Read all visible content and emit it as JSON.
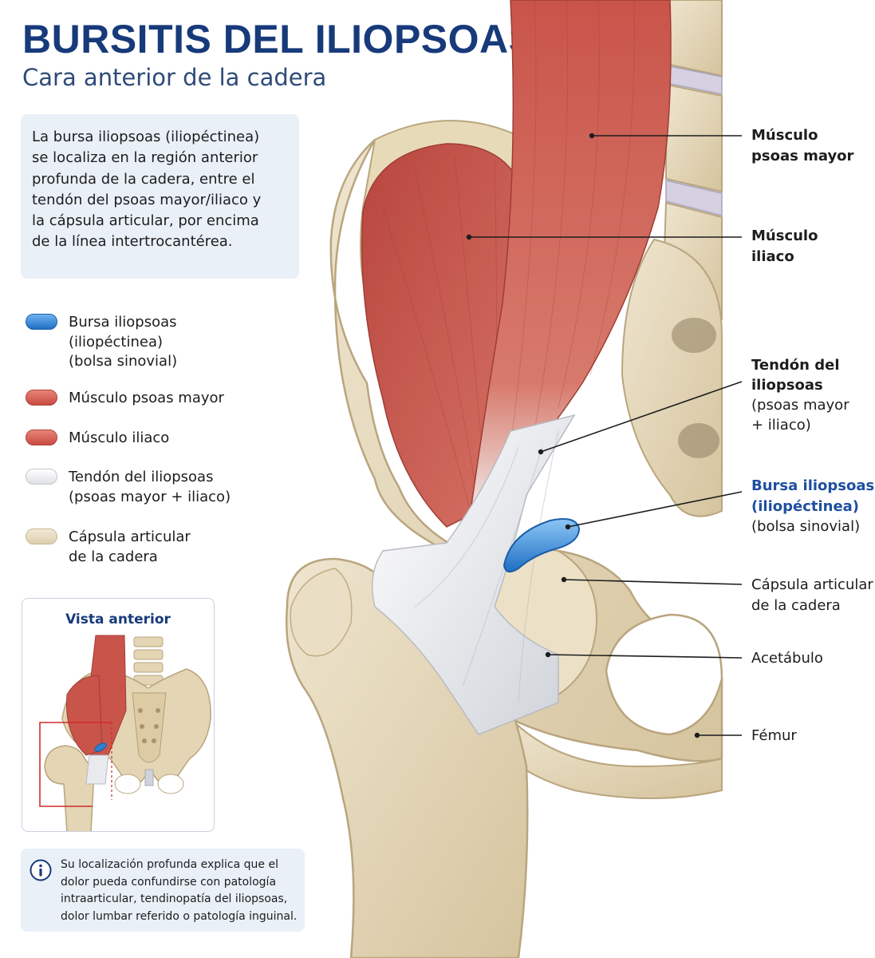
{
  "title": "BURSITIS DEL ILIOPSOAS",
  "subtitle": "Cara anterior de la cadera",
  "description": [
    "La bursa iliopsoas (iliopéctinea)",
    "se localiza en la región anterior",
    "profunda de la cadera, entre el",
    "tendón del psoas mayor/iliaco y",
    "la cápsula articular, por encima",
    "de la línea intertrocantérea."
  ],
  "legend": [
    {
      "lines": [
        "Bursa iliopsoas",
        "(iliopéctinea)",
        "(bolsa sinovial)"
      ],
      "color": "#2f7fd0"
    },
    {
      "lines": [
        "Músculo psoas mayor"
      ],
      "color": "#d9584f"
    },
    {
      "lines": [
        "Músculo iliaco"
      ],
      "color": "#d9584f"
    },
    {
      "lines": [
        "Tendón del iliopsoas",
        "(psoas mayor + iliaco)"
      ],
      "color": "#f1f2f4"
    },
    {
      "lines": [
        "Cápsula articular",
        "de la cadera"
      ],
      "color": "#ece0c6"
    }
  ],
  "inset": {
    "title": "Vista anterior"
  },
  "info": {
    "icon": "info-icon",
    "lines": [
      "Su localización profunda explica que el",
      "dolor pueda confundirse con patología",
      "intraarticular, tendinopatía del iliopsoas,",
      "dolor lumbar referido o patología inguinal."
    ]
  },
  "labels": {
    "psoas": [
      "Músculo",
      "psoas mayor"
    ],
    "iliaco": [
      "Músculo",
      "iliaco"
    ],
    "tendon": {
      "bold": [
        "Tendón del",
        "iliopsoas"
      ],
      "normal": [
        "(psoas mayor",
        "+ iliaco)"
      ]
    },
    "bursa": {
      "bold": [
        "Bursa iliopsoas",
        "(iliopéctinea)"
      ],
      "normal": [
        "(bolsa sinovial)"
      ]
    },
    "capsula": [
      "Cápsula articular",
      "de la cadera"
    ],
    "acetabulo": [
      "Acetábulo"
    ],
    "femur": [
      "Fémur"
    ]
  },
  "colors": {
    "title": "#173a7a",
    "bone": "#e4d5b4",
    "muscle": "#c9544a",
    "tendon": "#e9eaee",
    "bursa": "#2f7fd0",
    "panel": "#eaf0f8"
  }
}
